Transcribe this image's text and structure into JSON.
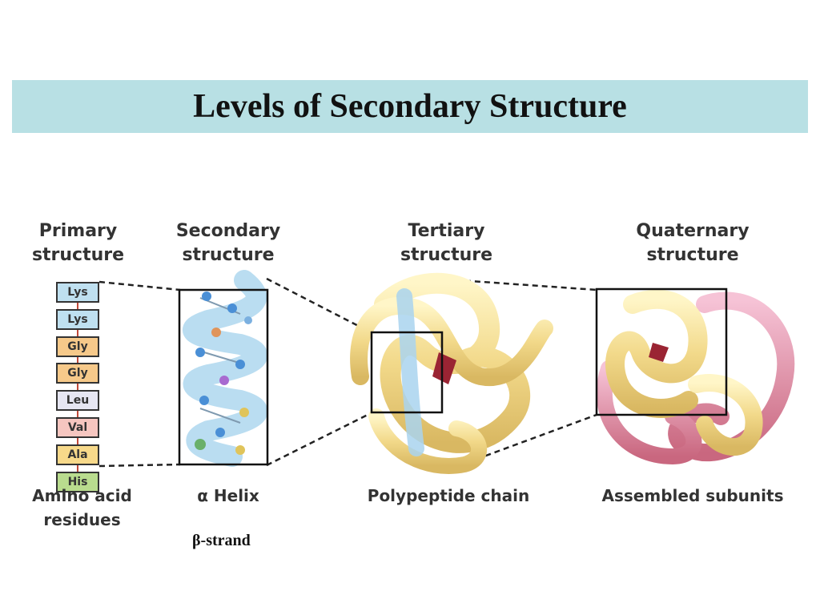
{
  "title": "Levels of Secondary Structure",
  "headings": {
    "primary": [
      "Primary",
      "structure"
    ],
    "secondary": [
      "Secondary",
      "structure"
    ],
    "tertiary": [
      "Tertiary",
      "structure"
    ],
    "quaternary": [
      "Quaternary",
      "structure"
    ]
  },
  "residues": [
    {
      "label": "Lys",
      "color": "#bfe0f0"
    },
    {
      "label": "Lys",
      "color": "#bfe0f0"
    },
    {
      "label": "Gly",
      "color": "#f6c98a"
    },
    {
      "label": "Gly",
      "color": "#f6c98a"
    },
    {
      "label": "Leu",
      "color": "#e6e6f2"
    },
    {
      "label": "Val",
      "color": "#f6c6c0"
    },
    {
      "label": "Ala",
      "color": "#f7d98a"
    },
    {
      "label": "His",
      "color": "#b9dc8e"
    }
  ],
  "captions": {
    "primary": [
      "Amino acid",
      "residues"
    ],
    "secondary": "α Helix",
    "tertiary": "Polypeptide chain",
    "quaternary": "Assembled subunits"
  },
  "note": "β-strand"
}
